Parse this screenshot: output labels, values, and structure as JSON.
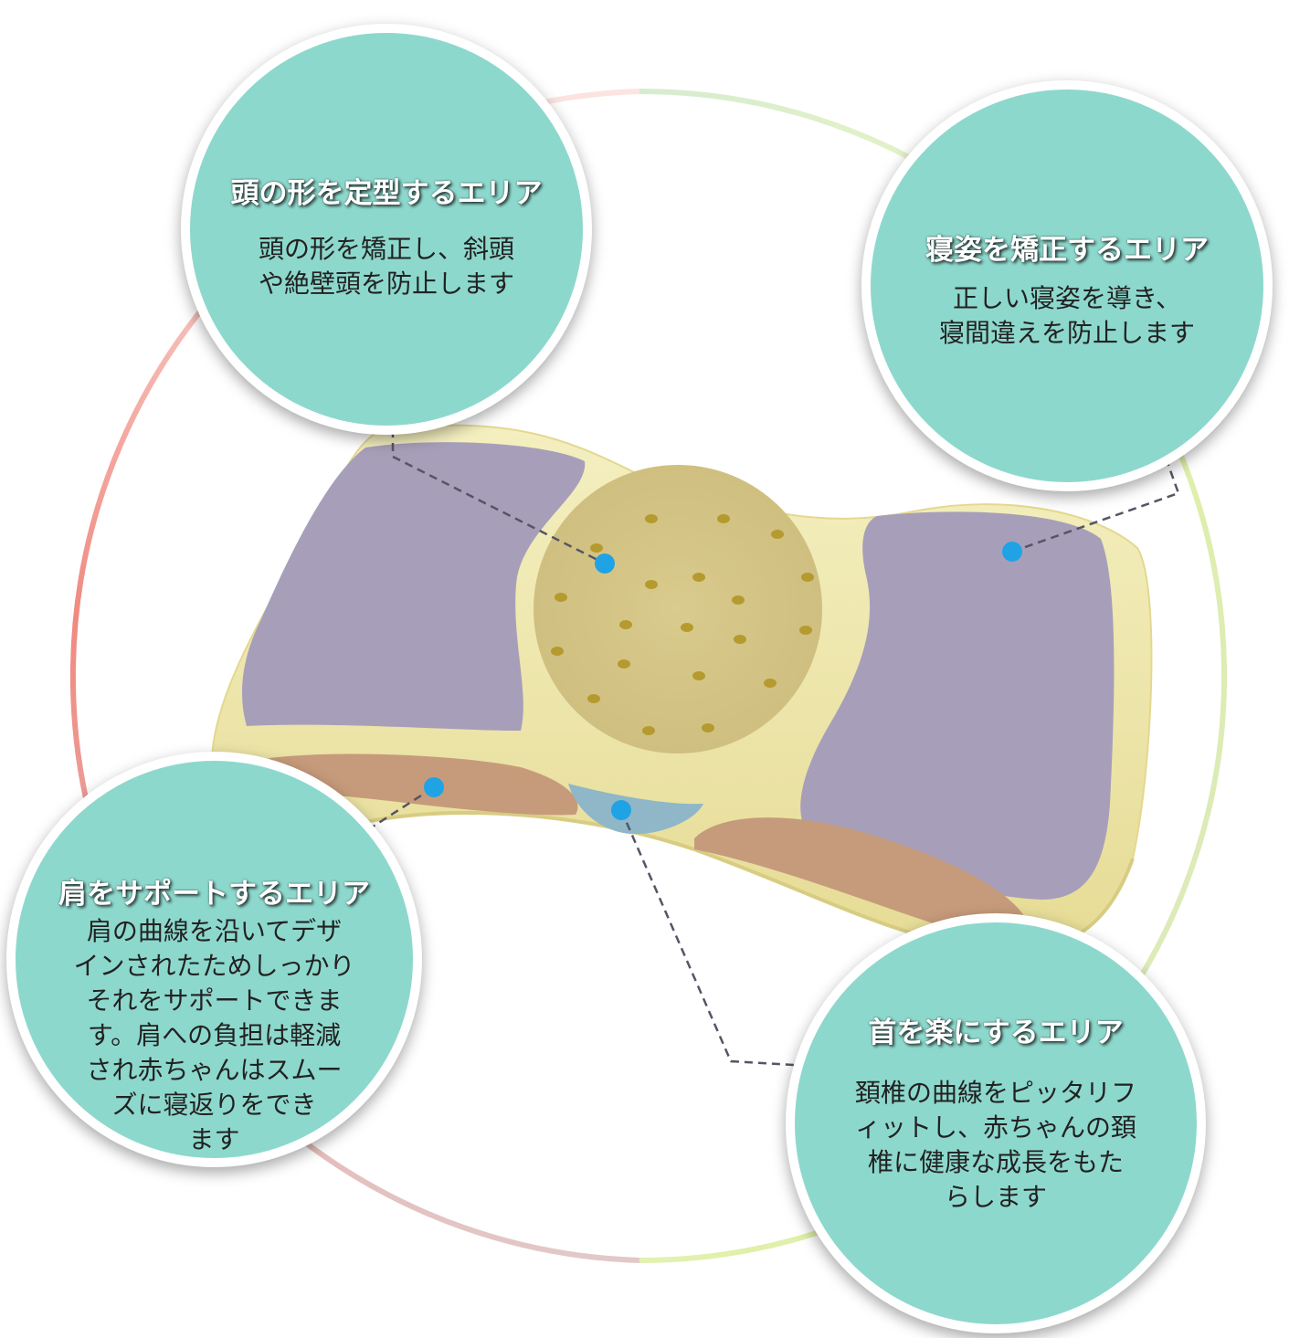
{
  "colors": {
    "bubble_fill": "#8dd8cd",
    "bubble_border": "#ffffff",
    "pillow_base": "#efe9b0",
    "purple_area": "#a79fb9",
    "brown_area": "#c69b7b",
    "head_pad": "#d6c88a",
    "marker": "#1fa3e5",
    "neck_area": "#8fb7c7"
  },
  "bubbles": {
    "head_shape": {
      "title": "頭の形を定型するエリア",
      "lines": [
        "頭の形を矯正し、斜頭",
        "や絶壁頭を防止します"
      ]
    },
    "posture": {
      "title": "寝姿を矯正するエリア",
      "lines": [
        "正しい寝姿を導き、",
        "寝間違えを防止します"
      ]
    },
    "shoulder": {
      "title": "肩をサポートするエリア",
      "lines": [
        "肩の曲線を沿いてデザ",
        "インされたためしっかり",
        "それをサポートできま",
        "す。肩への負担は軽減",
        "され赤ちゃんはスムー",
        "ズに寝返りをでき",
        "ます"
      ]
    },
    "neck": {
      "title": "首を楽にするエリア",
      "lines": [
        "頚椎の曲線をピッタリフ",
        "ィットし、赤ちゃんの頚",
        "椎に健康な成長をもた",
        "らします"
      ]
    }
  }
}
